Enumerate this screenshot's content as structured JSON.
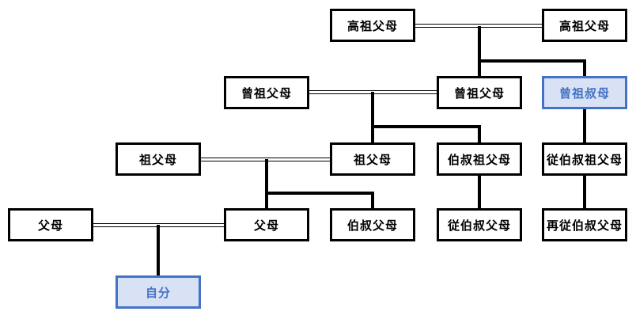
{
  "diagram": {
    "background_color": "#FFFFFF",
    "line_color": "#000000",
    "accent": {
      "border": "#4472C4",
      "fill": "#D9E2F5",
      "text": "#4472C4"
    },
    "nodes": [
      {
        "label": "高祖父母",
        "highlighted": false
      },
      {
        "label": "高祖父母",
        "highlighted": false
      },
      {
        "label": "曾祖父母",
        "highlighted": false
      },
      {
        "label": "曾祖父母",
        "highlighted": false
      },
      {
        "label": "曾祖叔母",
        "highlighted": true
      },
      {
        "label": "祖父母",
        "highlighted": false
      },
      {
        "label": "祖父母",
        "highlighted": false
      },
      {
        "label": "伯叔祖父母",
        "highlighted": false
      },
      {
        "label": "従伯叔祖父母",
        "highlighted": false
      },
      {
        "label": "父母",
        "highlighted": false
      },
      {
        "label": "父母",
        "highlighted": false
      },
      {
        "label": "伯叔父母",
        "highlighted": false
      },
      {
        "label": "従伯叔父母",
        "highlighted": false
      },
      {
        "label": "再従伯叔父母",
        "highlighted": false
      },
      {
        "label": "自分",
        "highlighted": true
      }
    ]
  }
}
